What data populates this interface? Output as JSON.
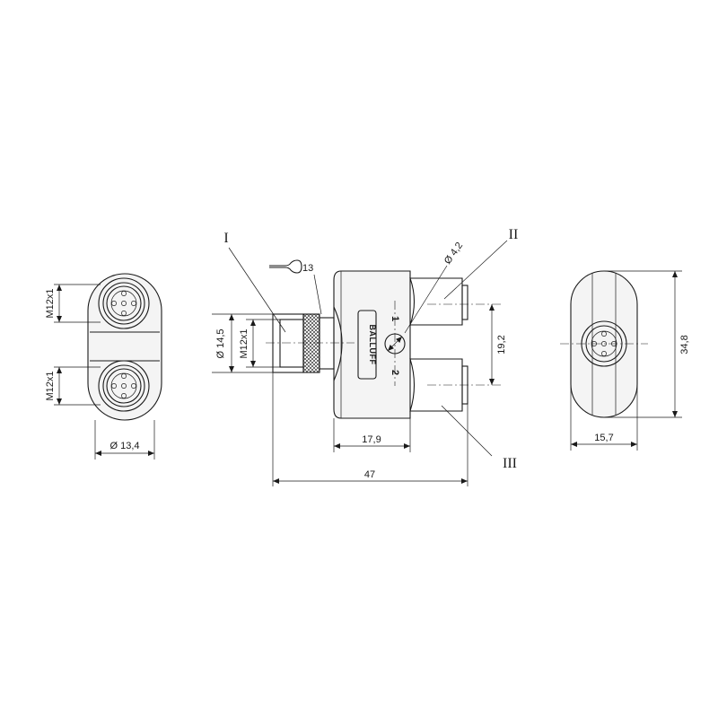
{
  "drawing": {
    "left_view": {
      "thread_top_label": "M12x1",
      "thread_bottom_label": "M12x1",
      "diameter_label": "Ø 13,4"
    },
    "front_view": {
      "callout_i": "I",
      "callout_ii": "II",
      "callout_iii": "III",
      "wrench_label": "13",
      "diameter_hole_label": "Ø 4,2",
      "diameter_nut_label": "Ø 14,5",
      "thread_label": "M12x1",
      "brand_text": "BALLUFF",
      "port_1": "1",
      "port_2": "2",
      "dim_pitch": "19,2",
      "dim_body": "17,9",
      "dim_total": "47"
    },
    "right_view": {
      "dim_height": "34,8",
      "dim_width": "15,7"
    }
  }
}
